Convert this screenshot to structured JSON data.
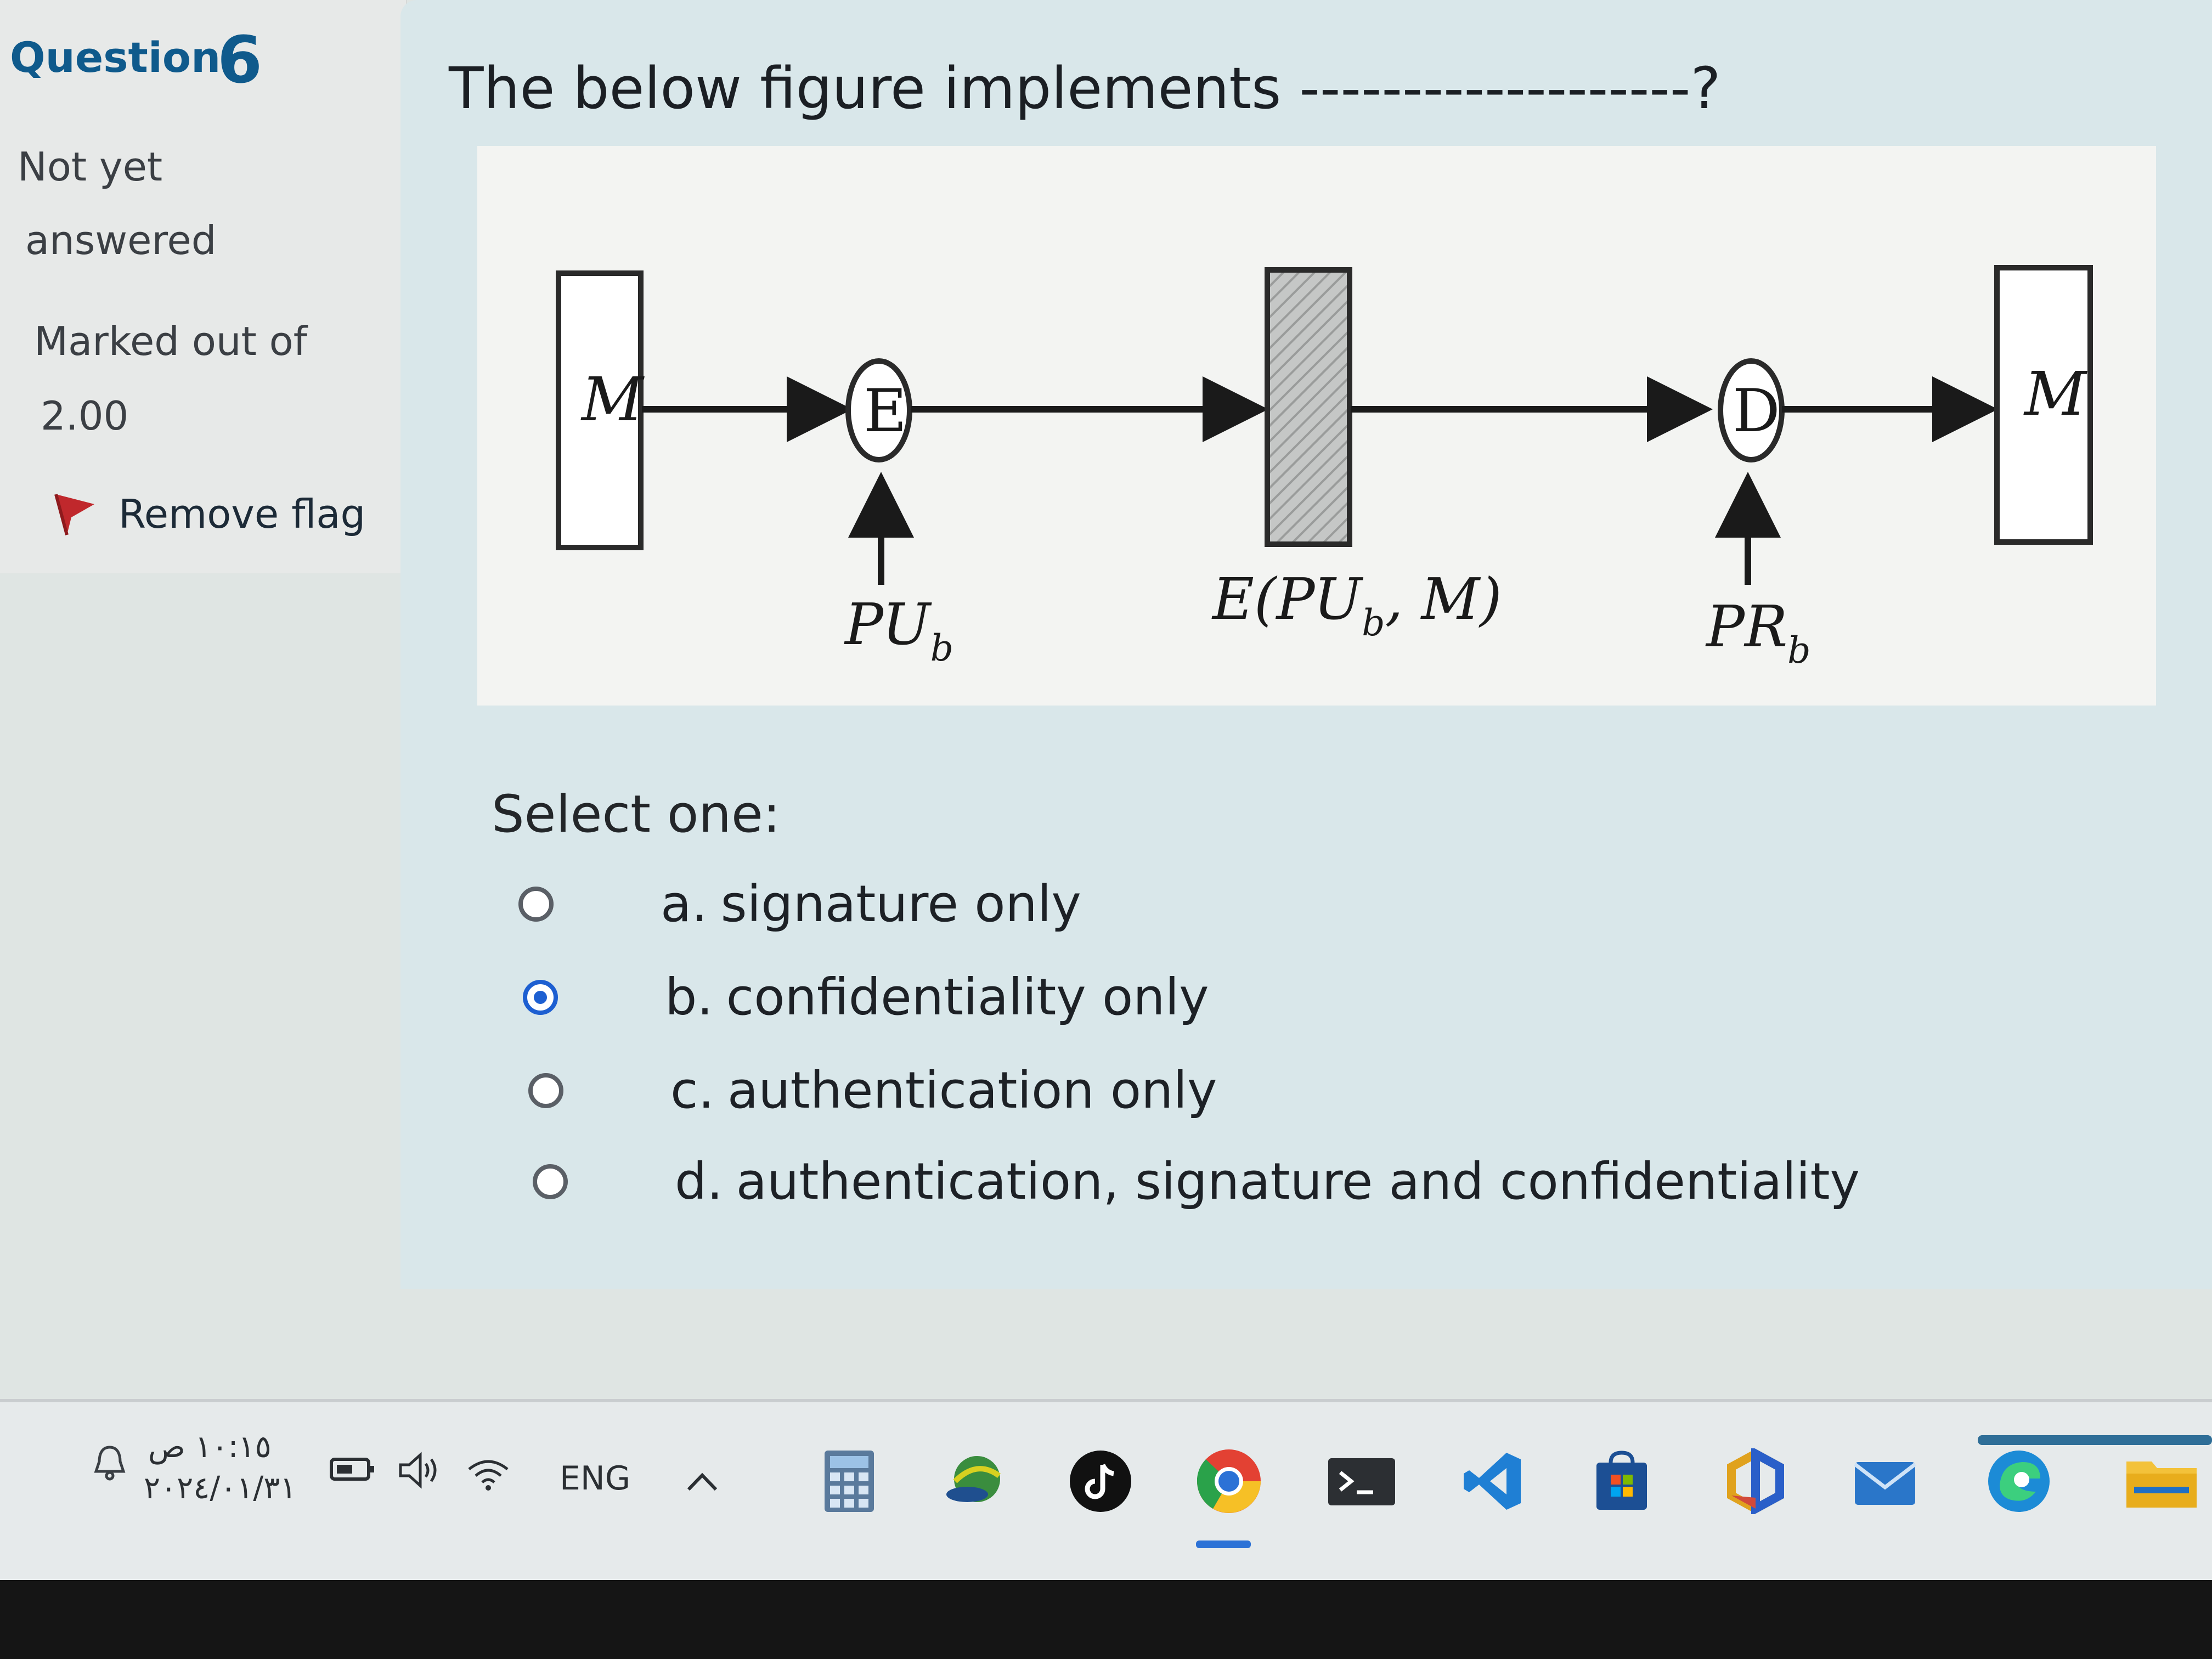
{
  "question": {
    "label": "Question",
    "number": "6",
    "state_line1": "Not yet",
    "state_line2": "answered",
    "marked_line1": "Marked out of",
    "marked_line2": "2.00",
    "flag_label": "Remove flag",
    "text": "The below figure implements -------------------?"
  },
  "figure": {
    "left_box": "M",
    "encrypt_node": "E",
    "public_key": "PU",
    "public_key_sub": "b",
    "ciphertext_prefix": "E(PU",
    "ciphertext_sub": "b",
    "ciphertext_suffix": ", M)",
    "decrypt_node": "D",
    "private_key": "PR",
    "private_key_sub": "b",
    "right_box": "M"
  },
  "answer": {
    "prompt": "Select one:",
    "options": [
      {
        "letter": "a.",
        "text": "signature only",
        "selected": false
      },
      {
        "letter": "b.",
        "text": "confidentiality only",
        "selected": true
      },
      {
        "letter": "c.",
        "text": "authentication only",
        "selected": false
      },
      {
        "letter": "d.",
        "text": "authentication, signature and confidentiality",
        "selected": false
      }
    ]
  },
  "taskbar": {
    "time": "١٠:١٥ ص",
    "date": "٢٠٢٤/٠١/٣١",
    "language": "ENG",
    "apps": [
      "calculator-icon",
      "network-globe-icon",
      "tiktok-icon",
      "chrome-icon",
      "terminal-icon",
      "vscode-icon",
      "microsoft-store-icon",
      "hexagon-app-icon",
      "mail-icon",
      "edge-icon",
      "file-explorer-icon"
    ]
  },
  "colors": {
    "accent_blue": "#1d5fd1",
    "question_blue": "#0f5a8c",
    "flag_red": "#c0282c"
  }
}
